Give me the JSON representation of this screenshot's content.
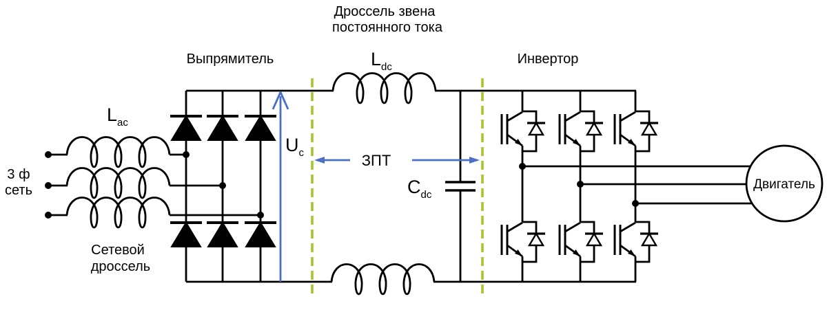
{
  "diagram": {
    "section_labels": {
      "dc_choke_line1": "Дроссель звена",
      "dc_choke_line2": "постоянного тока",
      "rectifier": "Выпрямитель",
      "inverter": "Инвертор"
    },
    "component_labels": {
      "l_ac_base": "L",
      "l_ac_sub": "ac",
      "l_dc_base": "L",
      "l_dc_sub": "dc",
      "c_dc_base": "C",
      "c_dc_sub": "dc",
      "u_c_base": "U",
      "u_c_sub": "c",
      "dc_link": "ЗПТ"
    },
    "text_labels": {
      "grid_line1": "3 ф",
      "grid_line2": "сеть",
      "line_choke_line1": "Сетевой",
      "line_choke_line2": "дроссель",
      "motor": "Двигатель"
    },
    "colors": {
      "wire": "#000000",
      "arrow_blue": "#4a6fc5",
      "boundary_green": "#a4c52e",
      "background": "#ffffff"
    }
  }
}
